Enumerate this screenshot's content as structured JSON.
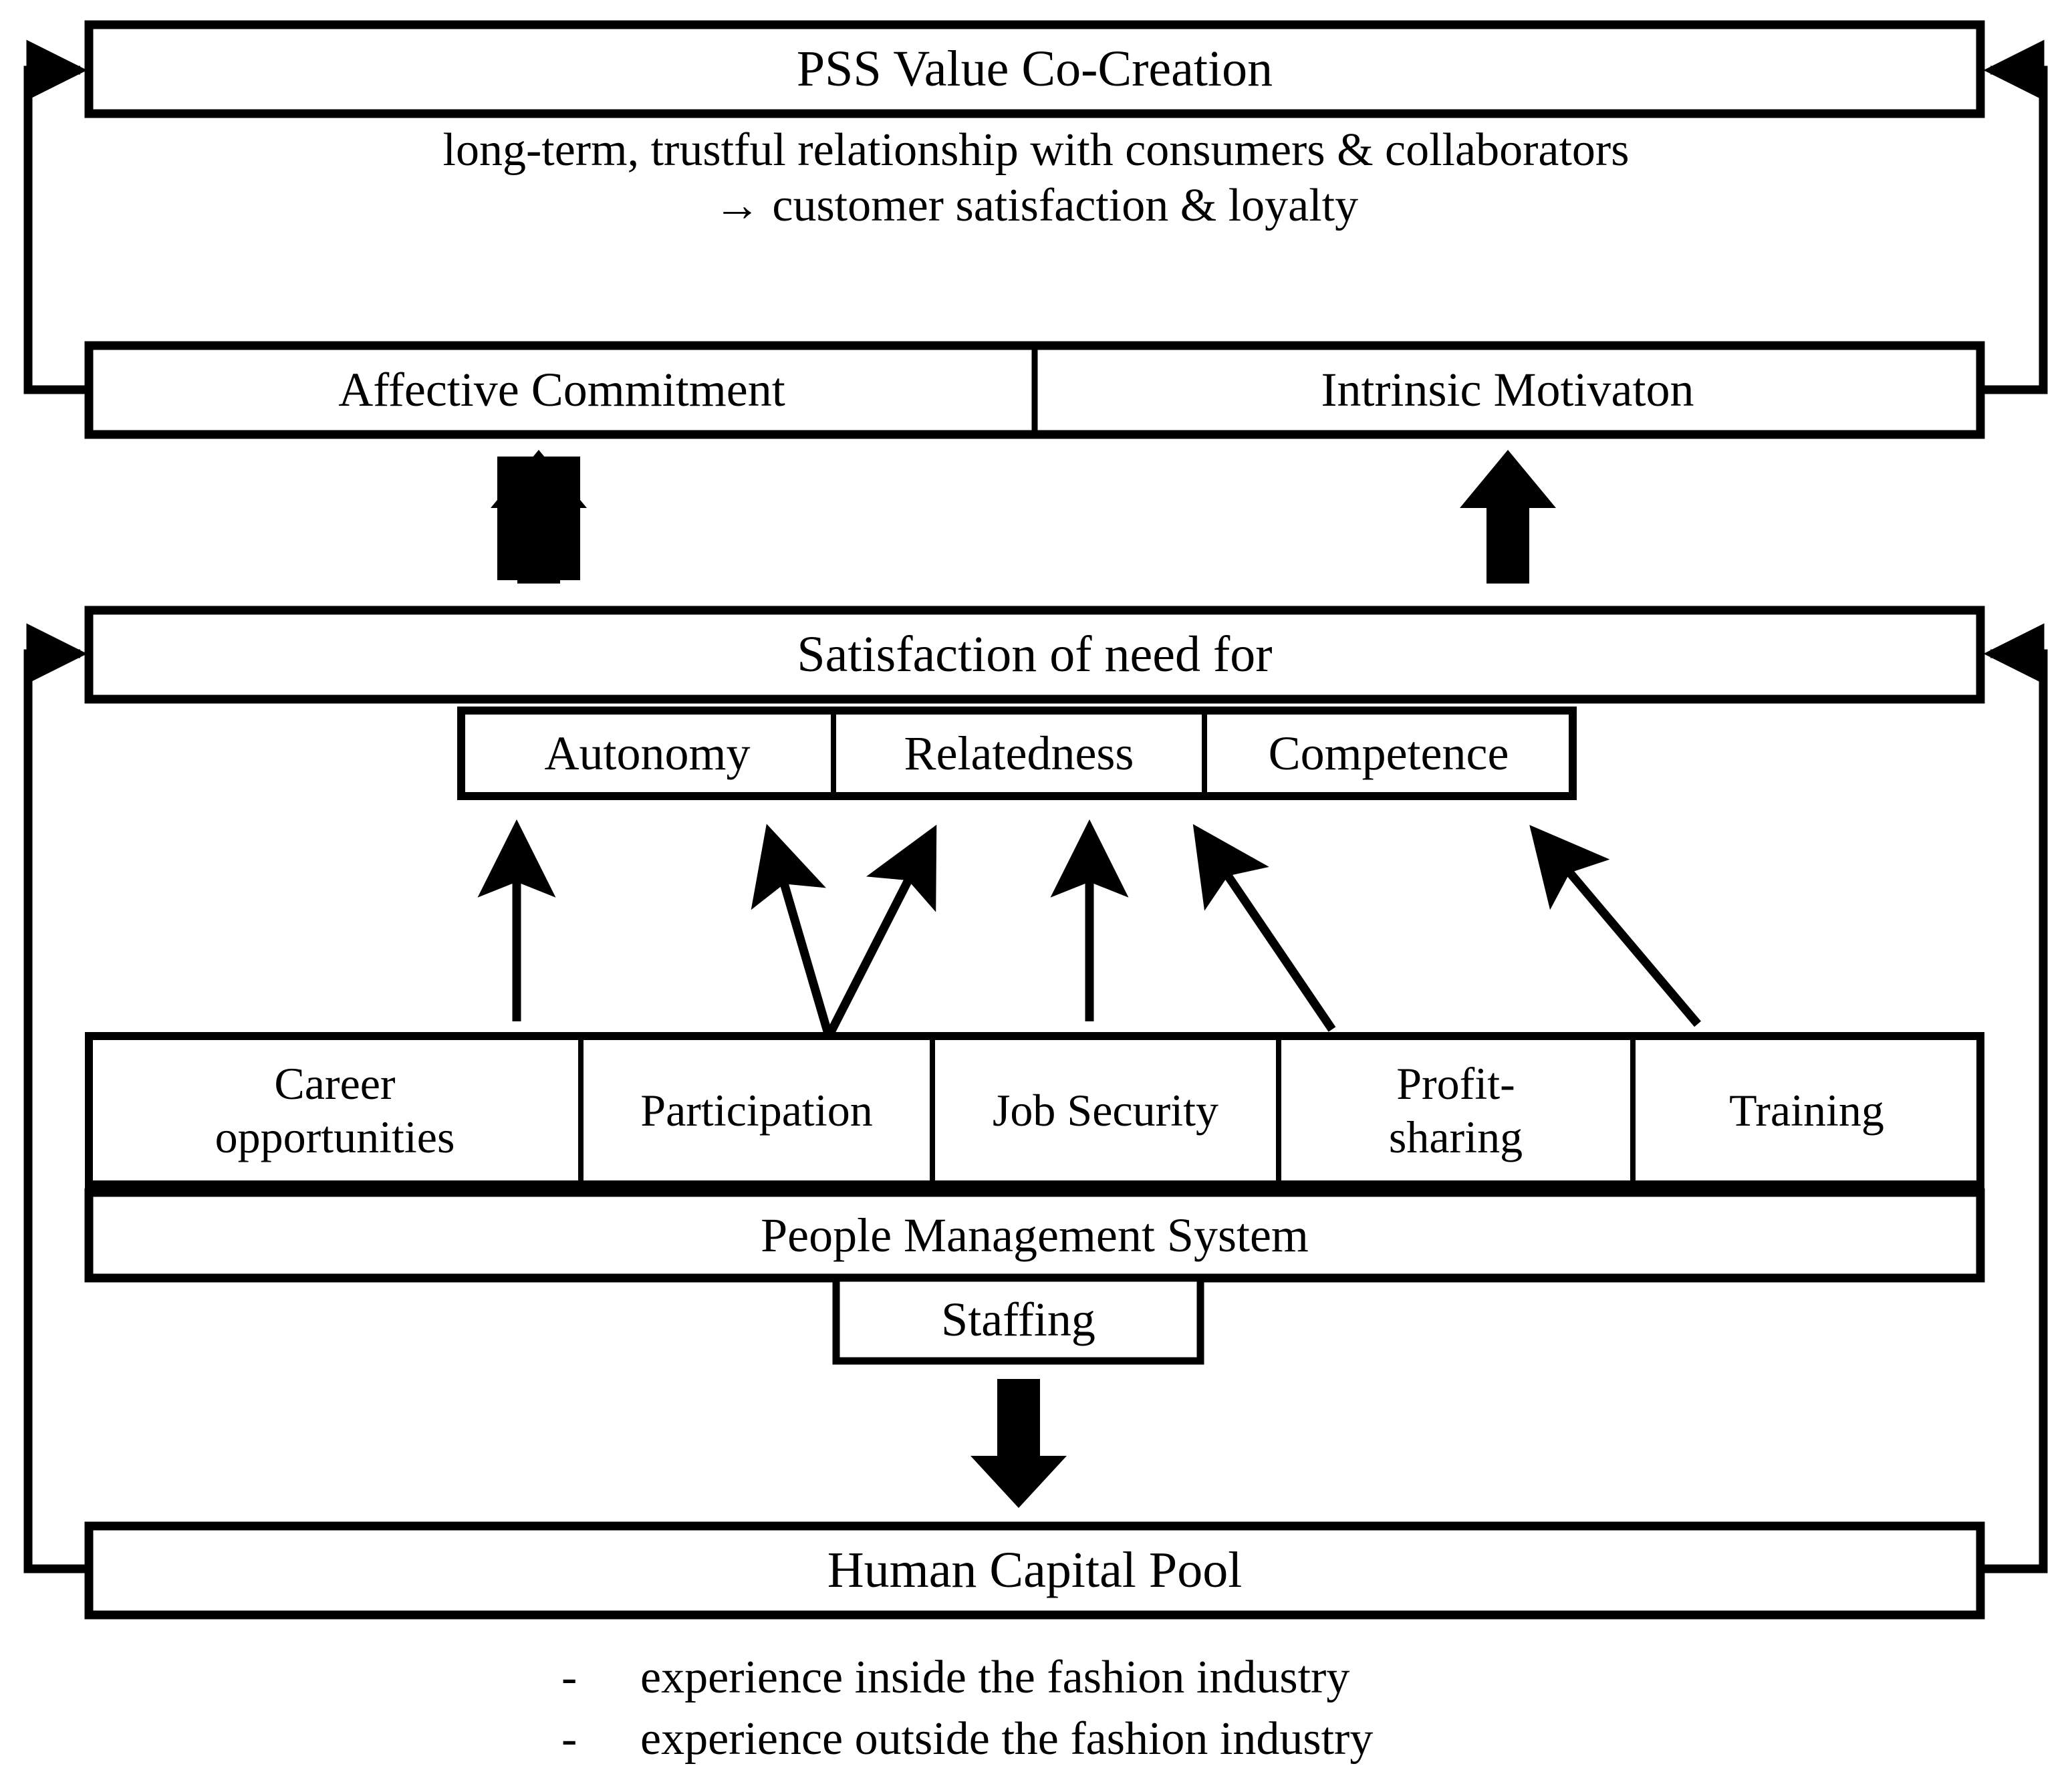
{
  "figure": {
    "type": "conceptual-framework-diagram",
    "title_top": "PSS Value Co-Creation",
    "background": "#ffffff",
    "line_color": "#000000"
  },
  "top_block": {
    "header_label": "PSS Value Co-Creation",
    "description_line_1": "long-term, trustful relationship with consumers & collaborators",
    "description_line_2": "→ customer satisfaction & loyalty",
    "outcomes": [
      {
        "label": "Affective Commitment"
      },
      {
        "label": "Intrinsic Motivaton"
      }
    ]
  },
  "middle_block": {
    "header_label": "Satisfaction of need for",
    "needs": [
      {
        "label": "Autonomy"
      },
      {
        "label": "Relatedness"
      },
      {
        "label": "Competence"
      }
    ],
    "practices": [
      {
        "label": "Career\nopportunities"
      },
      {
        "label": "Participation"
      },
      {
        "label": "Job Security"
      },
      {
        "label": "Profit-\nsharing"
      },
      {
        "label": "Training"
      }
    ],
    "system_label": "People Management System",
    "staffing_label": "Staffing"
  },
  "bottom_block": {
    "header_label": "Human Capital Pool",
    "bullet_marker": "-",
    "bullets": [
      "experience inside the fashion industry",
      "experience outside the fashion industry"
    ]
  }
}
